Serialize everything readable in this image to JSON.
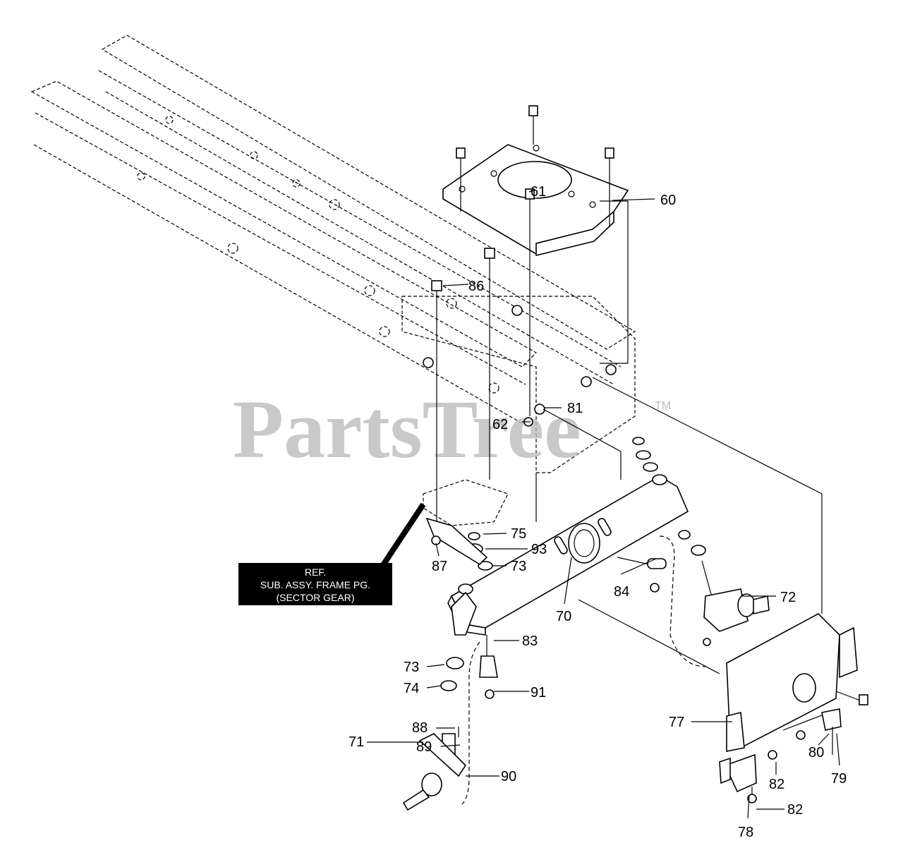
{
  "watermark": {
    "brand": "PartsTree",
    "trademark": "TM",
    "color": "#bcbcbc"
  },
  "reference_box": {
    "lines": [
      "REF.",
      "SUB. ASSY. FRAME PG.",
      "(SECTOR GEAR)"
    ],
    "bg_color": "#000000",
    "text_color": "#ffffff"
  },
  "callouts": {
    "c60": "60",
    "c61": "61",
    "c62": "62",
    "c70": "70",
    "c71": "71",
    "c72": "72",
    "c73a": "73",
    "c73b": "73",
    "c74": "74",
    "c75": "75",
    "c77": "77",
    "c78": "78",
    "c79": "79",
    "c80": "80",
    "c81": "81",
    "c82a": "82",
    "c82b": "82",
    "c83": "83",
    "c84": "84",
    "c86": "86",
    "c87": "87",
    "c88": "88",
    "c89": "89",
    "c90": "90",
    "c91": "91",
    "c93": "93"
  }
}
